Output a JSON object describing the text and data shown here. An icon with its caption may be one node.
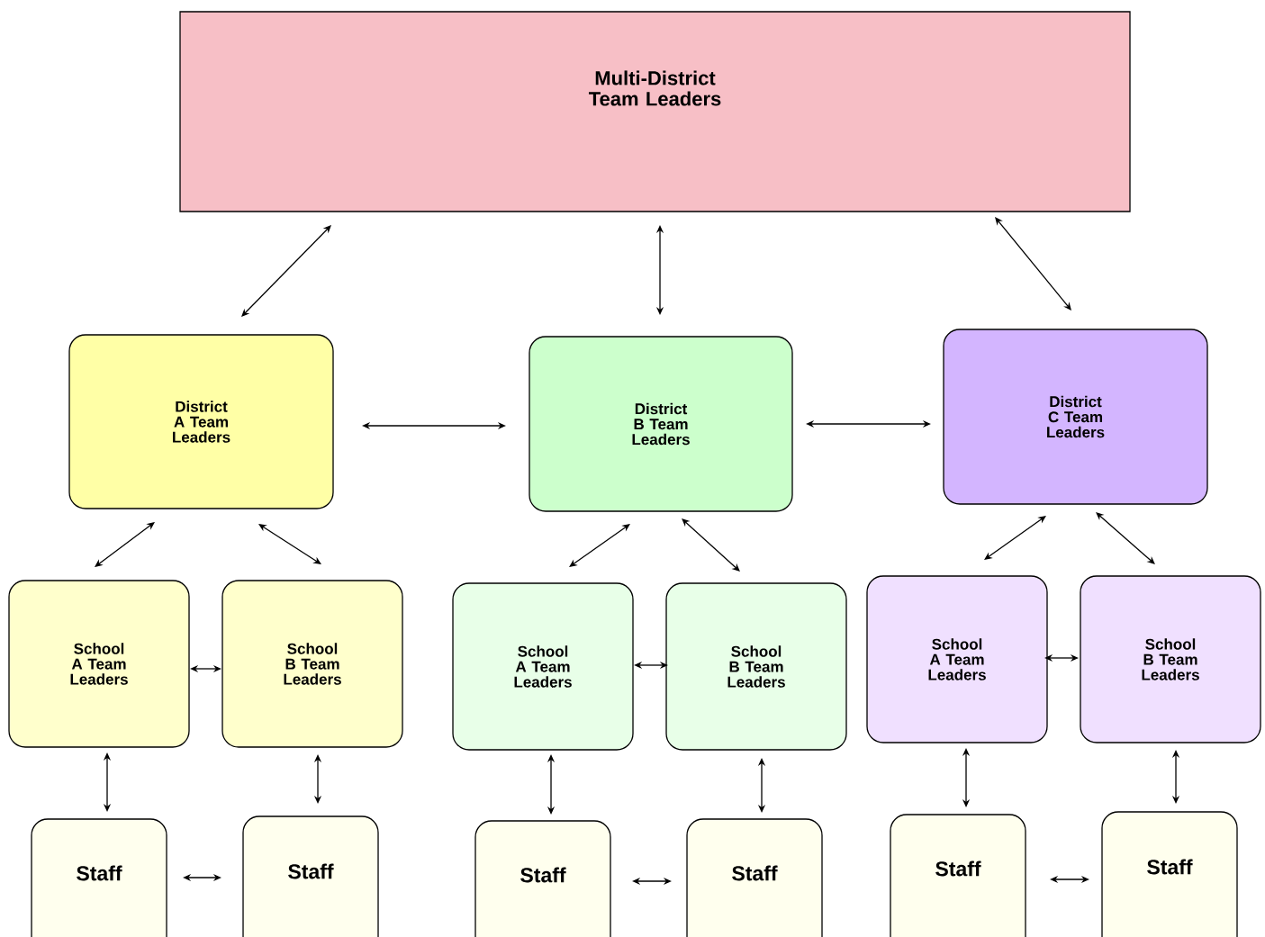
{
  "diagram": {
    "nodes": [
      {
        "text": [
          "Multi-District Team Leaders"
        ]
      },
      {
        "text": [
          "District A Team Leaders"
        ]
      },
      {
        "text": [
          "District B Team Leaders"
        ]
      },
      {
        "text": [
          "District C Team Leaders"
        ]
      },
      {
        "text": [
          "School A Team Leaders"
        ]
      },
      {
        "text": [
          "School B Team Leaders"
        ]
      },
      {
        "text": [
          "School A Team Leaders"
        ]
      },
      {
        "text": [
          "School B Team Leaders"
        ]
      },
      {
        "text": [
          "School A Team Leaders"
        ]
      },
      {
        "text": [
          "School B Team Leaders"
        ]
      },
      {
        "text": [
          "Staff"
        ]
      },
      {
        "text": [
          "Staff"
        ]
      },
      {
        "text": [
          "Staff"
        ]
      },
      {
        "text": [
          "Staff"
        ]
      },
      {
        "text": [
          "Staff"
        ]
      },
      {
        "text": [
          "Staff"
        ]
      }
    ],
    "edges": [
      {
        "from": 0,
        "to": 1,
        "arrow": "both"
      },
      {
        "from": 0,
        "to": 2,
        "arrow": "both"
      },
      {
        "from": 0,
        "to": 3,
        "arrow": "both"
      },
      {
        "from": 1,
        "to": 2,
        "arrow": "both"
      },
      {
        "from": 2,
        "to": 3,
        "arrow": "both"
      },
      {
        "from": 1,
        "to": 4,
        "arrow": "both"
      },
      {
        "from": 1,
        "to": 5,
        "arrow": "both"
      },
      {
        "from": 2,
        "to": 6,
        "arrow": "both"
      },
      {
        "from": 2,
        "to": 7,
        "arrow": "both"
      },
      {
        "from": 3,
        "to": 8,
        "arrow": "both"
      },
      {
        "from": 3,
        "to": 9,
        "arrow": "both"
      },
      {
        "from": 4,
        "to": 5,
        "arrow": "both"
      },
      {
        "from": 6,
        "to": 7,
        "arrow": "both"
      },
      {
        "from": 8,
        "to": 9,
        "arrow": "both"
      },
      {
        "from": 4,
        "to": 10,
        "arrow": "both"
      },
      {
        "from": 5,
        "to": 11,
        "arrow": "both"
      },
      {
        "from": 6,
        "to": 12,
        "arrow": "both"
      },
      {
        "from": 7,
        "to": 13,
        "arrow": "both"
      },
      {
        "from": 8,
        "to": 14,
        "arrow": "both"
      },
      {
        "from": 9,
        "to": 15,
        "arrow": "both"
      },
      {
        "from": 10,
        "to": 11,
        "arrow": "both"
      },
      {
        "from": 12,
        "to": 13,
        "arrow": "both"
      },
      {
        "from": 14,
        "to": 15,
        "arrow": "both"
      }
    ]
  }
}
